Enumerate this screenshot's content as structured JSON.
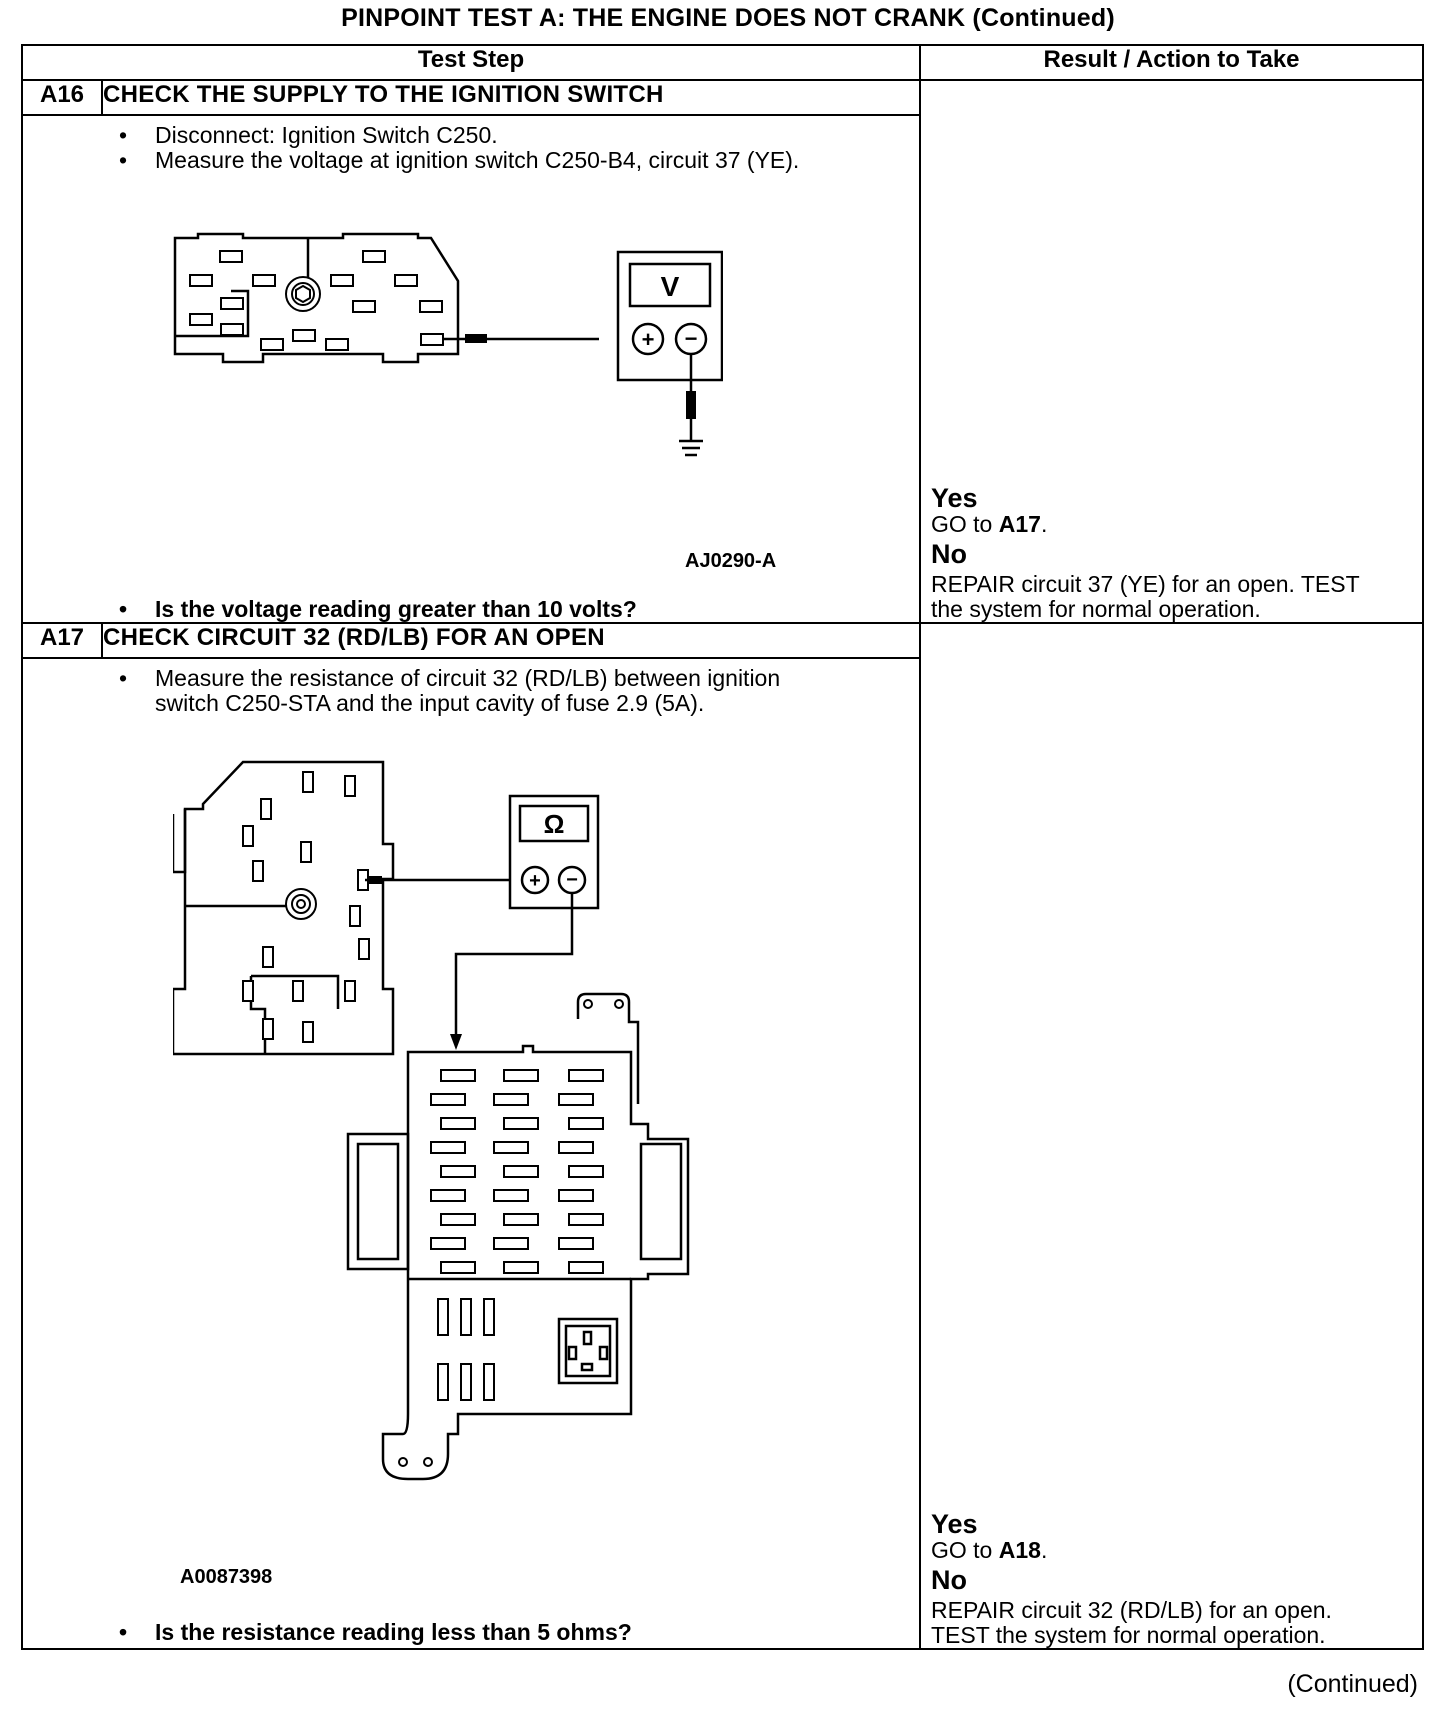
{
  "title": "PINPOINT TEST  A: THE ENGINE DOES NOT CRANK (Continued)",
  "headers": {
    "step": "Test Step",
    "result": "Result / Action to Take"
  },
  "steps": [
    {
      "id": "A16",
      "title": "CHECK THE SUPPLY TO THE IGNITION SWITCH",
      "actions": [
        "Disconnect: Ignition Switch C250.",
        "Measure the voltage at ignition switch C250-B4, circuit 37 (YE)."
      ],
      "figure_id": "AJ0290-A",
      "meter_symbol": "V",
      "question": "Is the voltage reading greater than 10 volts?",
      "yes_label": "Yes",
      "yes_prefix": "GO to ",
      "yes_target": "A17",
      "yes_suffix": ".",
      "no_label": "No",
      "no_lines": [
        "REPAIR circuit 37 (YE) for an open. TEST",
        "the system for normal operation."
      ]
    },
    {
      "id": "A17",
      "title": "CHECK CIRCUIT 32 (RD/LB) FOR AN OPEN",
      "actions": [
        "Measure the resistance of circuit 32 (RD/LB) between ignition",
        "switch C250-STA and the input cavity of fuse 2.9 (5A)."
      ],
      "figure_id": "A0087398",
      "meter_symbol": "Ω",
      "question": "Is the resistance reading less than 5 ohms?",
      "yes_label": "Yes",
      "yes_prefix": "GO to ",
      "yes_target": "A18",
      "yes_suffix": ".",
      "no_label": "No",
      "no_lines": [
        "REPAIR circuit 32 (RD/LB) for an open.",
        "TEST the system for normal operation."
      ]
    }
  ],
  "meter_plus": "+",
  "meter_minus": "−",
  "continued": "(Continued)"
}
